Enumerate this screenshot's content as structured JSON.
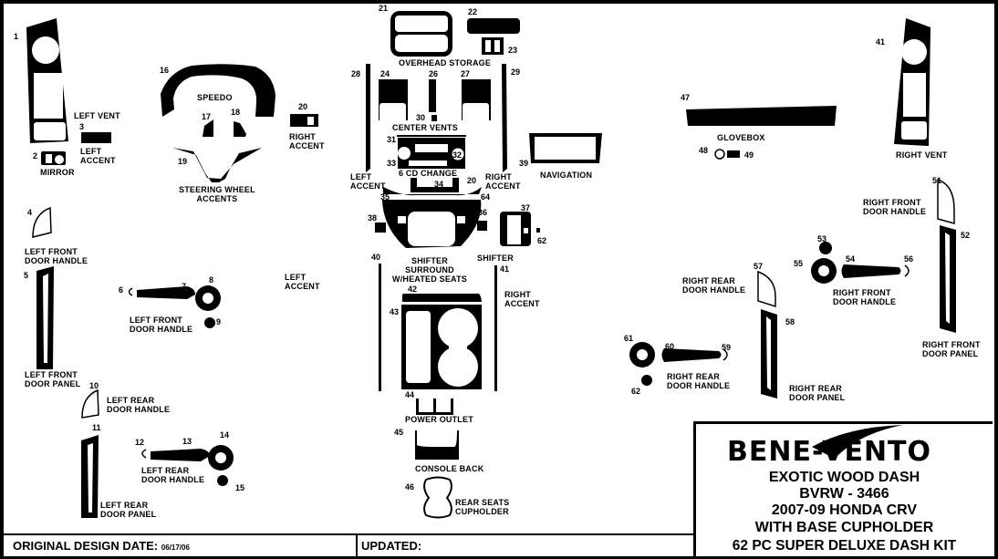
{
  "callouts": [
    "1",
    "2",
    "3",
    "4",
    "5",
    "6",
    "7",
    "8",
    "9",
    "10",
    "11",
    "12",
    "13",
    "14",
    "15",
    "16",
    "17",
    "18",
    "19",
    "20",
    "21",
    "22",
    "23",
    "24",
    "26",
    "27",
    "28",
    "29",
    "30",
    "31",
    "32",
    "33",
    "34",
    "35",
    "36",
    "37",
    "38",
    "39",
    "40",
    "41",
    "42",
    "43",
    "44",
    "45",
    "46",
    "47",
    "48",
    "49",
    "51",
    "52",
    "53",
    "54",
    "55",
    "56",
    "57",
    "58",
    "59",
    "60",
    "61",
    "62",
    "62",
    "64",
    "20",
    "41"
  ],
  "labels": [
    "LEFT VENT",
    "LEFT\nACCENT",
    "MIRROR",
    "SPEEDO",
    "STEERING WHEEL\nACCENTS",
    "RIGHT\nACCENT",
    "OVERHEAD STORAGE",
    "CENTER VENTS",
    "6 CD CHANGE",
    "LEFT\nACCENT",
    "RIGHT\nACCENT",
    "NAVIGATION",
    "GLOVEBOX",
    "RIGHT VENT",
    "LEFT FRONT\nDOOR HANDLE",
    "SHIFTER\nSURROUND\nW/HEATED SEATS",
    "SHIFTER",
    "LEFT\nACCENT",
    "RIGHT\nACCENT",
    "LEFT FRONT\nDOOR HANDLE",
    "LEFT FRONT\nDOOR PANEL",
    "LEFT REAR\nDOOR HANDLE",
    "POWER OUTLET",
    "CONSOLE BACK",
    "REAR SEATS\nCUPHOLDER",
    "LEFT REAR\nDOOR HANDLE",
    "LEFT REAR\nDOOR PANEL",
    "RIGHT FRONT\nDOOR HANDLE",
    "RIGHT REAR\nDOOR HANDLE",
    "RIGHT FRONT\nDOOR HANDLE",
    "RIGHT FRONT\nDOOR PANEL",
    "RIGHT REAR\nDOOR HANDLE",
    "RIGHT REAR\nDOOR PANEL"
  ],
  "footer": {
    "design_date_label": "ORIGINAL DESIGN DATE:",
    "design_date_value": "06/17/06",
    "updated_label": "UPDATED:"
  },
  "title_block": {
    "brand": "BENE-VENTO",
    "line1": "EXOTIC WOOD DASH",
    "line2": "BVRW - 3466",
    "line3": "2007-09 HONDA CRV",
    "line4": "WITH BASE CUPHOLDER",
    "line5": "62 PC SUPER DELUXE DASH KIT"
  },
  "colors": {
    "ink": "#000000",
    "paper": "#ffffff"
  }
}
